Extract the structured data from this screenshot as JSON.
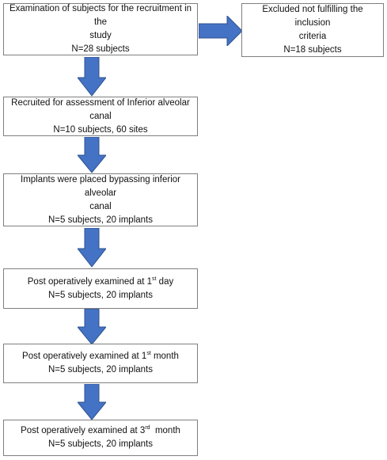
{
  "colors": {
    "arrow": "#4472C4",
    "box_border": "#7f7f7f",
    "text": "#111111"
  },
  "boxes": {
    "examination": {
      "line1": "Examination of subjects for the recruitment in the",
      "line2": "study",
      "line3": "N=28 subjects"
    },
    "excluded": {
      "line1": "Excluded not fulfilling the inclusion",
      "line2": "criteria",
      "line3": "N=18 subjects"
    },
    "recruited": {
      "line1": "Recruited for assessment of Inferior alveolar canal",
      "line2": "N=10 subjects, 60 sites"
    },
    "implants": {
      "line1": "Implants were placed bypassing inferior alveolar",
      "line2": "canal",
      "line3": "N=5 subjects, 20 implants"
    },
    "day1": {
      "pre": "Post operatively examined at 1",
      "sup": "st",
      "post": " day",
      "line2": "N=5 subjects, 20 implants"
    },
    "month1": {
      "pre": "Post operatively examined at 1",
      "sup": "st",
      "post": " month",
      "line2": "N=5 subjects, 20 implants"
    },
    "month3": {
      "pre": "Post operatively examined at 3",
      "sup": "rd",
      "post": "  month",
      "line2": "N=5 subjects, 20 implants"
    }
  },
  "icons": {
    "down_arrow": "down-arrow-icon",
    "right_arrow": "right-arrow-icon"
  }
}
